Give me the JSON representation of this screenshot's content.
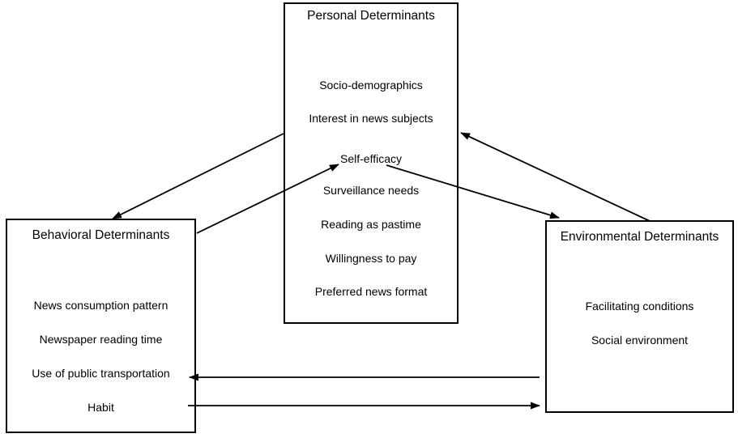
{
  "diagram": {
    "boxes": {
      "personal": {
        "title": "Personal Determinants",
        "items": [
          "Socio-demographics",
          "Interest in news subjects",
          "Self-efficacy",
          "Surveillance needs",
          "Reading as pastime",
          "Willingness to pay",
          "Preferred news format"
        ]
      },
      "behavioral": {
        "title": "Behavioral Determinants",
        "items": [
          "News consumption pattern",
          "Newspaper reading time",
          "Use of public transportation",
          "Habit"
        ]
      },
      "environmental": {
        "title": "Environmental Determinants",
        "items": [
          "Facilitating conditions",
          "Social environment"
        ]
      }
    },
    "relations": [
      "personal-to-behavioral",
      "behavioral-to-personal-self-efficacy",
      "personal-self-efficacy-to-environmental",
      "environmental-to-personal",
      "environmental-to-behavioral-use-of-public-transportation",
      "behavioral-habit-to-environmental"
    ],
    "colors": {
      "background": "#ffffff",
      "box_border": "#000000",
      "text": "#000000",
      "arrow": "#000000"
    }
  }
}
